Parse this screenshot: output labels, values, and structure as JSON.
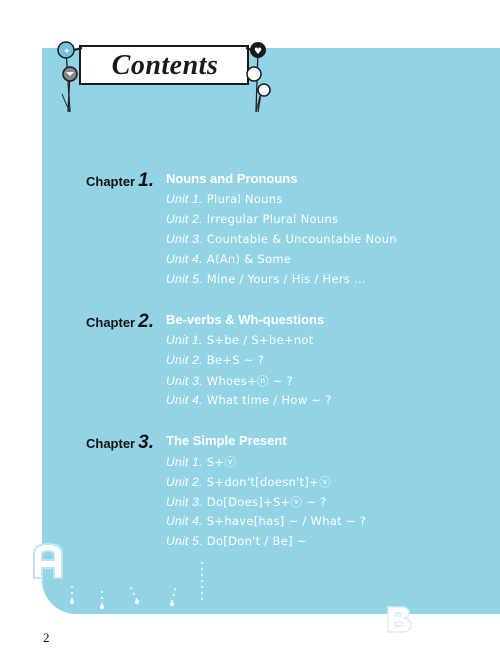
{
  "title": "Contents",
  "page_number": "2",
  "decor_letters": {
    "left": "A",
    "right": "B"
  },
  "chapters": [
    {
      "label": "Chapter",
      "number": "1.",
      "title": "Nouns and Pronouns",
      "units": [
        {
          "num": "Unit 1.",
          "text": "Plural Nouns"
        },
        {
          "num": "Unit 2.",
          "text": "Irregular Plural Nouns"
        },
        {
          "num": "Unit 3.",
          "text": "Countable & Uncountable Noun"
        },
        {
          "num": "Unit 4.",
          "text": "A(An) & Some"
        },
        {
          "num": "Unit 5.",
          "text": "Mine / Yours / His / Hers ..."
        }
      ]
    },
    {
      "label": "Chapter",
      "number": "2.",
      "title": "Be-verbs & Wh-questions",
      "units": [
        {
          "num": "Unit 1.",
          "text": "S+be / S+be+not"
        },
        {
          "num": "Unit 2.",
          "text": "Be+S ~ ?"
        },
        {
          "num": "Unit 3.",
          "text": "Whoes+ⓝ ~ ?"
        },
        {
          "num": "Unit 4.",
          "text": "What time / How ~ ?"
        }
      ]
    },
    {
      "label": "Chapter",
      "number": "3.",
      "title": "The Simple Present",
      "units": [
        {
          "num": "Unit 1.",
          "text": "S+ⓥ"
        },
        {
          "num": "Unit 2.",
          "text": "S+don't[doesn't]+ⓥ"
        },
        {
          "num": "Unit 3.",
          "text": "Do[Does]+S+ⓥ ~ ?"
        },
        {
          "num": "Unit 4.",
          "text": "S+have[has] ~ / What ~ ?"
        },
        {
          "num": "Unit 5.",
          "text": "Do[Don't / Be] ~"
        }
      ]
    }
  ]
}
